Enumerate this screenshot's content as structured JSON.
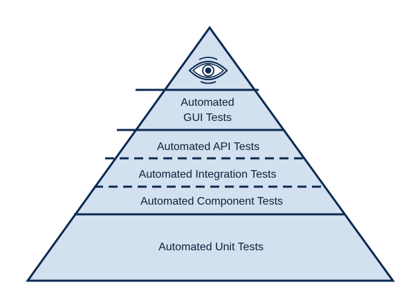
{
  "diagram": {
    "top_icon": "eye-icon",
    "layers": [
      {
        "id": "gui",
        "lines": [
          "Automated",
          "GUI Tests"
        ]
      },
      {
        "id": "api",
        "lines": [
          "Automated API Tests"
        ]
      },
      {
        "id": "integration",
        "lines": [
          "Automated Integration Tests"
        ]
      },
      {
        "id": "component",
        "lines": [
          "Automated Component Tests"
        ]
      },
      {
        "id": "unit",
        "lines": [
          "Automated Unit Tests"
        ]
      }
    ],
    "separators": {
      "gui_api": "solid",
      "api_integration": "dashed",
      "integration_component": "dashed",
      "component_unit": "solid"
    },
    "colors": {
      "fill": "#d3e0ef",
      "stroke": "#0b2a52",
      "text": "#0b1e3a"
    }
  }
}
